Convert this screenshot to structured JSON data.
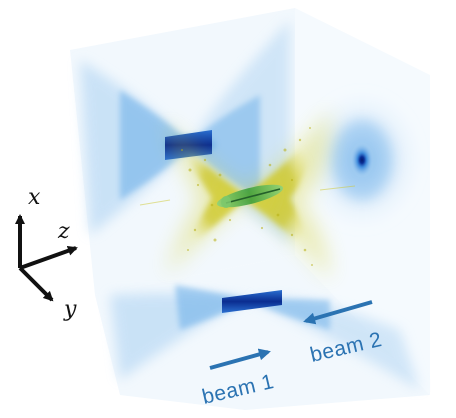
{
  "axes": {
    "x_label": "x",
    "y_label": "y",
    "z_label": "z"
  },
  "beams": [
    {
      "label": "beam 1"
    },
    {
      "label": "beam 2"
    }
  ],
  "colors": {
    "background": "#ffffff",
    "projection_blue": "#1e7fd6",
    "projection_dark": "#0a2a8c",
    "particle_yellow": "#c8c21c",
    "core_green": "#5fbf4a",
    "beam_arrow": "#2b73b2",
    "axis_arrow": "#111111"
  }
}
